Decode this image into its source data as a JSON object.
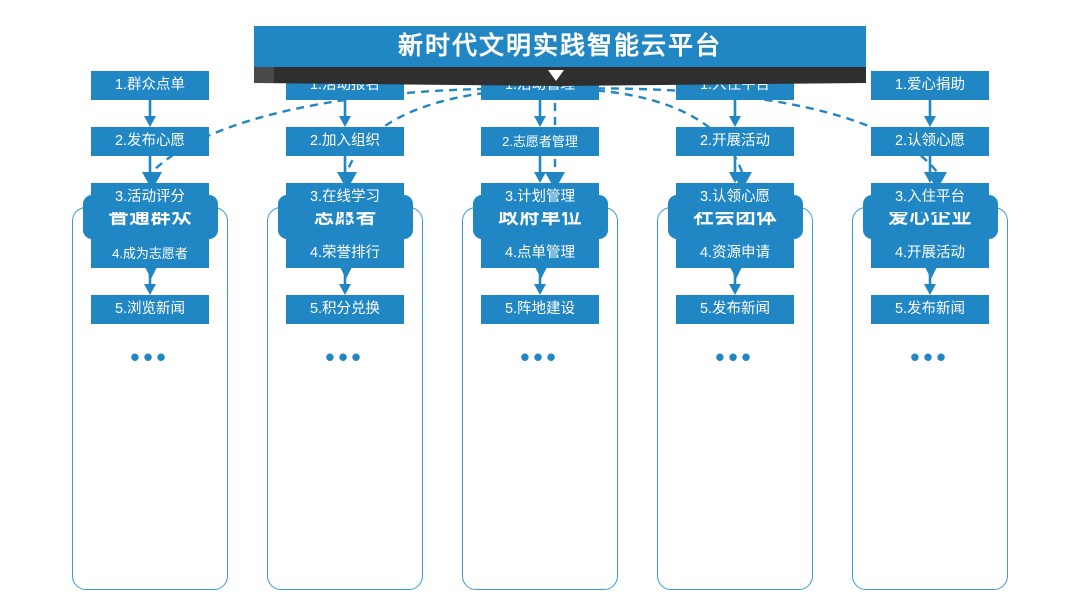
{
  "title": {
    "text": "新时代文明实践智能云平台",
    "chevron_icon": "chevron-down-icon",
    "bar_color": "#2186c4",
    "ribbon_color": "#2f2f2f"
  },
  "theme": {
    "accent": "#2186c4",
    "outline": "#3a9bd4",
    "connector": "#2186c4",
    "text_on_accent": "#ffffff",
    "background": "#ffffff"
  },
  "ellipsis": "•••",
  "columns": [
    {
      "header": "普通群众",
      "steps": [
        "1.群众点单",
        "2.发布心愿",
        "3.活动评分",
        "4.成为志愿者",
        "5.浏览新闻"
      ]
    },
    {
      "header": "志愿者",
      "steps": [
        "1.活动报名",
        "2.加入组织",
        "3.在线学习",
        "4.荣誉排行",
        "5.积分兑换"
      ]
    },
    {
      "header": "政府单位",
      "steps": [
        "1.活动管理",
        "2.志愿者管理",
        "3.计划管理",
        "4.点单管理",
        "5.阵地建设"
      ]
    },
    {
      "header": "社会团体",
      "steps": [
        "1.入住平台",
        "2.开展活动",
        "3.认领心愿",
        "4.资源申请",
        "5.发布新闻"
      ]
    },
    {
      "header": "爱心企业",
      "steps": [
        "1.爱心捐助",
        "2.认领心愿",
        "3.入住平台",
        "4.开展活动",
        "5.发布新闻"
      ]
    }
  ]
}
